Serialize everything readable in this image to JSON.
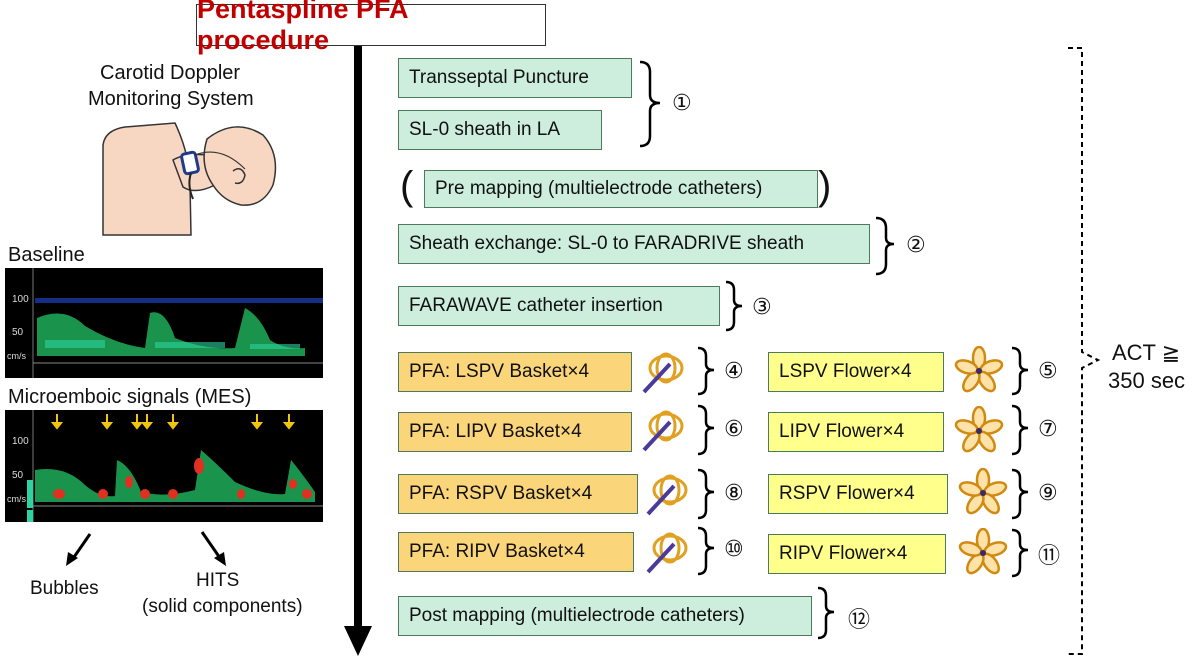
{
  "title": "Pentaspline PFA procedure",
  "left_panel": {
    "system_label_line1": "Carotid Doppler",
    "system_label_line2": "Monitoring System",
    "baseline_label": "Baseline",
    "mes_label": "Microemboic signals (MES)",
    "axis_100": "100",
    "axis_50": "50",
    "axis_unit": "cm/s",
    "bubbles_label": "Bubbles",
    "hits_label_line1": "HITS",
    "hits_label_line2": "(solid components)"
  },
  "steps": {
    "transseptal": "Transseptal Puncture",
    "sl0": "SL-0 sheath in LA",
    "step1_num": "①",
    "pre_mapping": "Pre mapping (multielectrode catheters)",
    "paren_open": "(",
    "paren_close": ")",
    "sheath_exchange": "Sheath exchange: SL-0 to FARADRIVE sheath",
    "step2_num": "②",
    "farawave": "FARAWAVE catheter insertion",
    "step3_num": "③",
    "pfa_lspv": "PFA: LSPV Basket×4",
    "step4_num": "④",
    "lspv_flower": "LSPV Flower×4",
    "step5_num": "⑤",
    "pfa_lipv": "PFA: LIPV Basket×4",
    "step6_num": "⑥",
    "lipv_flower": "LIPV Flower×4",
    "step7_num": "⑦",
    "pfa_rspv": "PFA: RSPV Basket×4",
    "step8_num": "⑧",
    "rspv_flower": "RSPV Flower×4",
    "step9_num": "⑨",
    "pfa_ripv": "PFA: RIPV Basket×4",
    "step10_num": "⑩",
    "ripv_flower": "RIPV Flower×4",
    "step11_num": "⑪",
    "post_mapping": "Post mapping (multielectrode catheters)",
    "step12_num": "⑫"
  },
  "act": {
    "line1": "ACT ≧",
    "line2": "350 sec"
  },
  "colors": {
    "title_red": "#c00000",
    "green_box": "#cdeedd",
    "orange_box": "#fbd57a",
    "yellow_box": "#ffff8c"
  }
}
